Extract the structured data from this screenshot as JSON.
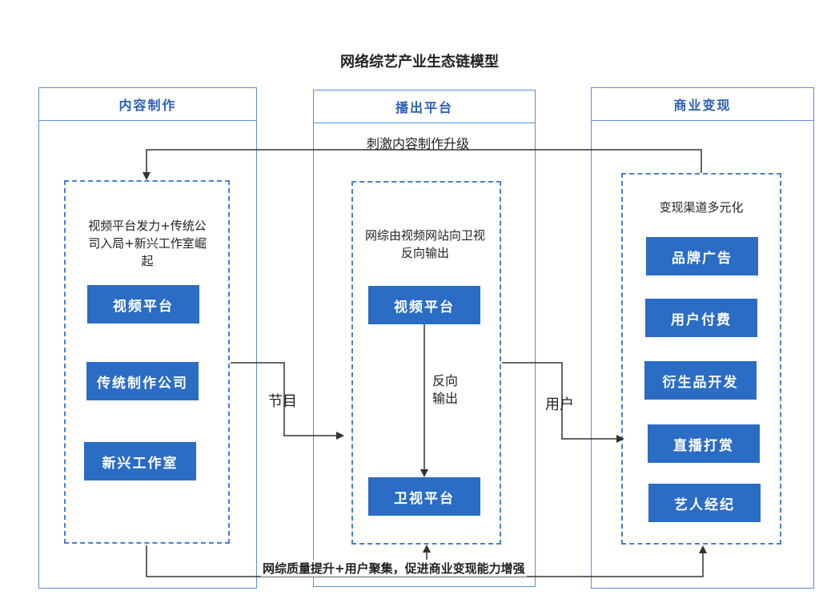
{
  "title": "网络综艺产业生态链模型",
  "columns": {
    "content": {
      "header": "内容制作",
      "desc": "视频平台发力+传统公司入局+新兴工作室崛起",
      "items": [
        "视频平台",
        "传统制作公司",
        "新兴工作室"
      ]
    },
    "platform": {
      "header": "播出平台",
      "desc": "网综由视频网站向卫视反向输出",
      "items": [
        "视频平台",
        "卫视平台"
      ],
      "arrow_label": "反向输出"
    },
    "monetize": {
      "header": "商业变现",
      "desc": "变现渠道多元化",
      "items": [
        "品牌广告",
        "用户付费",
        "衍生品开发",
        "直播打赏",
        "艺人经纪"
      ]
    }
  },
  "flows": {
    "top_feedback": "刺激内容制作升级",
    "program": "节目",
    "user": "用户",
    "bottom_feedback": "网综质量提升+用户聚集，促进商业变现能力增强"
  },
  "colors": {
    "box_fill": "#2b6cc4",
    "border": "#5b8fd6",
    "header_text": "#2a5fb8",
    "arrow": "#333333"
  }
}
